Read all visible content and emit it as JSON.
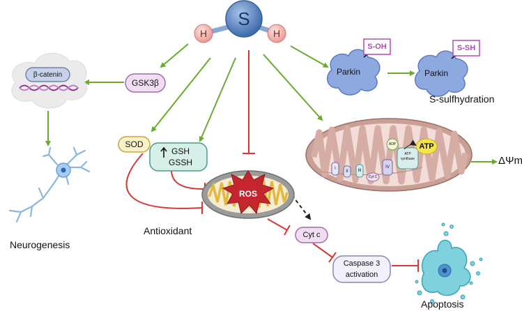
{
  "molecule": {
    "center": "S",
    "left": "H",
    "right": "H"
  },
  "nodes": {
    "gsk3b": "GSK3β",
    "beta_catenin": "β-catenin",
    "neurogenesis": "Neurogenesis",
    "sod": "SOD",
    "gsh": "GSH",
    "gssh": "GSSH",
    "antioxidant": "Antioxidant",
    "ros": "ROS",
    "cytc": "Cyt c",
    "caspase_line1": "Caspase 3",
    "caspase_line2": "activation",
    "apoptosis": "Apoptosis",
    "parkin_left": "Parkin",
    "parkin_right": "Parkin",
    "soh": "S-OH",
    "ssh": "S-SH",
    "s_sulfhydration": "S-sulfhydration",
    "delta_psi": "ΔΨm",
    "atp": "ATP",
    "adp": "ADP",
    "atp_synthase_1": "ATP",
    "atp_synthase_2": "synthase",
    "complex_1": "I",
    "complex_2": "II",
    "complex_3": "III",
    "complex_cytc": "Cyt C",
    "complex_4": "IV"
  },
  "colors": {
    "activation": "#6aab2f",
    "inhibition": "#d93636",
    "sulfur": "#4d79b8",
    "hydrogen": "#f2b1ad",
    "gsk_fill": "#f1def2",
    "gsk_stroke": "#a46ab0",
    "sod_fill": "#fbf2c9",
    "sod_stroke": "#c9a63a",
    "gsh_fill": "#d7efe9",
    "gsh_stroke": "#4a9a8c",
    "ros_fill": "#c4252f",
    "parkin_fill": "#8ea9e0",
    "tag_stroke": "#b04bb3",
    "mito_outer": "#c99f96",
    "mito_inner": "#f2ddd8",
    "atp_fill": "#f6e54a"
  }
}
